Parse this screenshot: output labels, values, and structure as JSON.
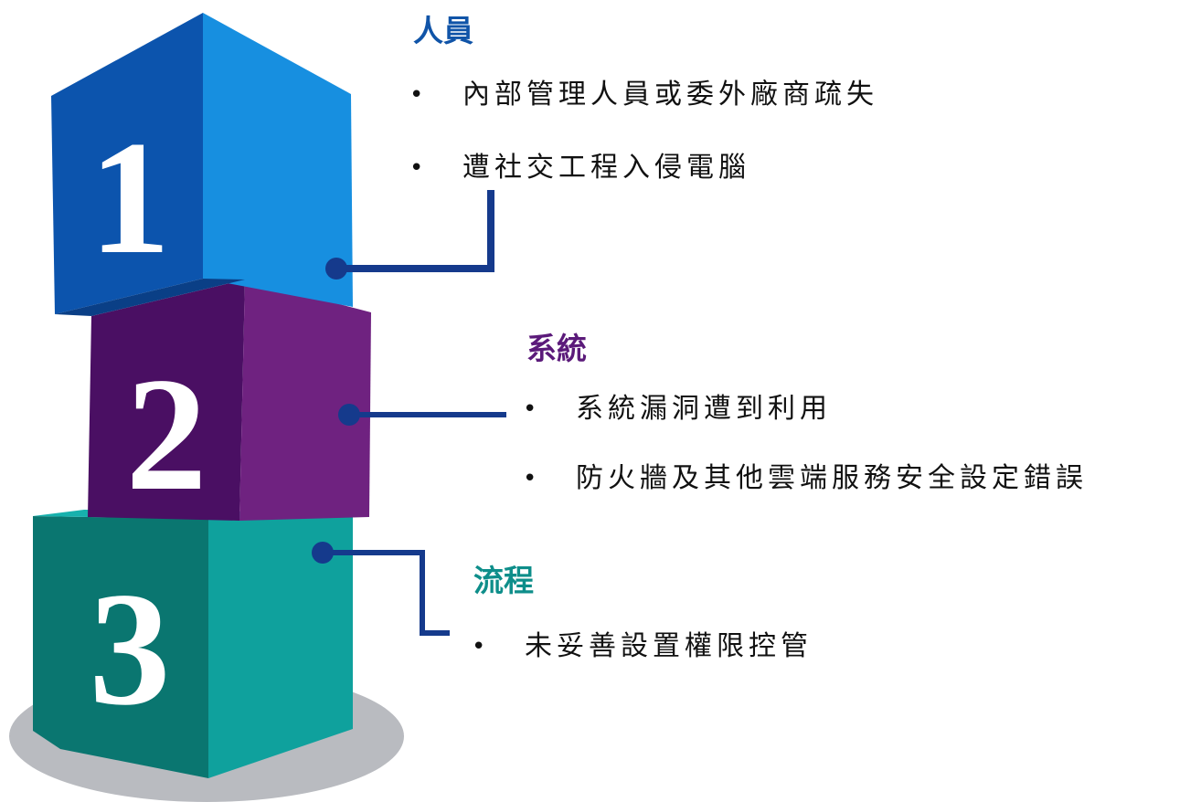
{
  "colors": {
    "people": "#1054a8",
    "system": "#5b1a7a",
    "process": "#0e8e8a",
    "connector": "#153a8c",
    "base": "#b9bbc0"
  },
  "blocks": [
    {
      "number": "1"
    },
    {
      "number": "2"
    },
    {
      "number": "3"
    }
  ],
  "sections": [
    {
      "title": "人員",
      "items": [
        "內部管理人員或委外廠商疏失",
        "遭社交工程入侵電腦"
      ]
    },
    {
      "title": "系統",
      "items": [
        "系統漏洞遭到利用",
        "防火牆及其他雲端服務安全設定錯誤"
      ]
    },
    {
      "title": "流程",
      "items": [
        "未妥善設置權限控管"
      ]
    }
  ],
  "bullet_symbol": "•"
}
